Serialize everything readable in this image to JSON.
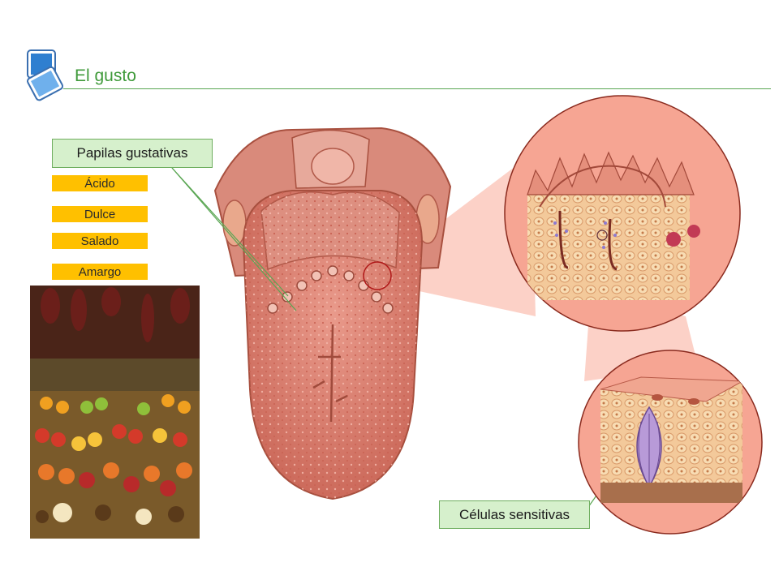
{
  "slide": {
    "title": "El gusto"
  },
  "labels": {
    "papilas": "Papilas gustativas",
    "celulas": "Células sensitivas"
  },
  "tastes": [
    "Ácido",
    "Dulce",
    "Salado",
    "Amargo"
  ],
  "colors": {
    "title_green": "#3f9a3a",
    "callout_fill": "#d6f0cc",
    "taste_fill": "#ffc000",
    "tongue": "#d9796a",
    "zoom_fill": "#f7a898"
  },
  "icons": [
    "slide-icon"
  ]
}
